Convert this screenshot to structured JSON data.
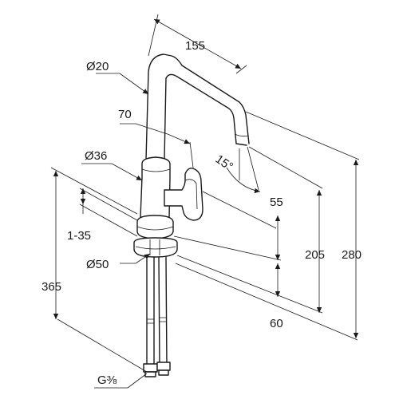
{
  "dimensions": {
    "spout_reach": "155",
    "spout_diameter": "Ø20",
    "spout_height": "70",
    "body_diameter": "Ø36",
    "handle_height": "55",
    "height_to_outlet": "205",
    "total_height": "280",
    "counter_thickness": "1-35",
    "base_diameter": "Ø50",
    "tail_length": "365",
    "connection_length": "60",
    "connection_thread": "G⅜",
    "spout_angle": "15°"
  }
}
